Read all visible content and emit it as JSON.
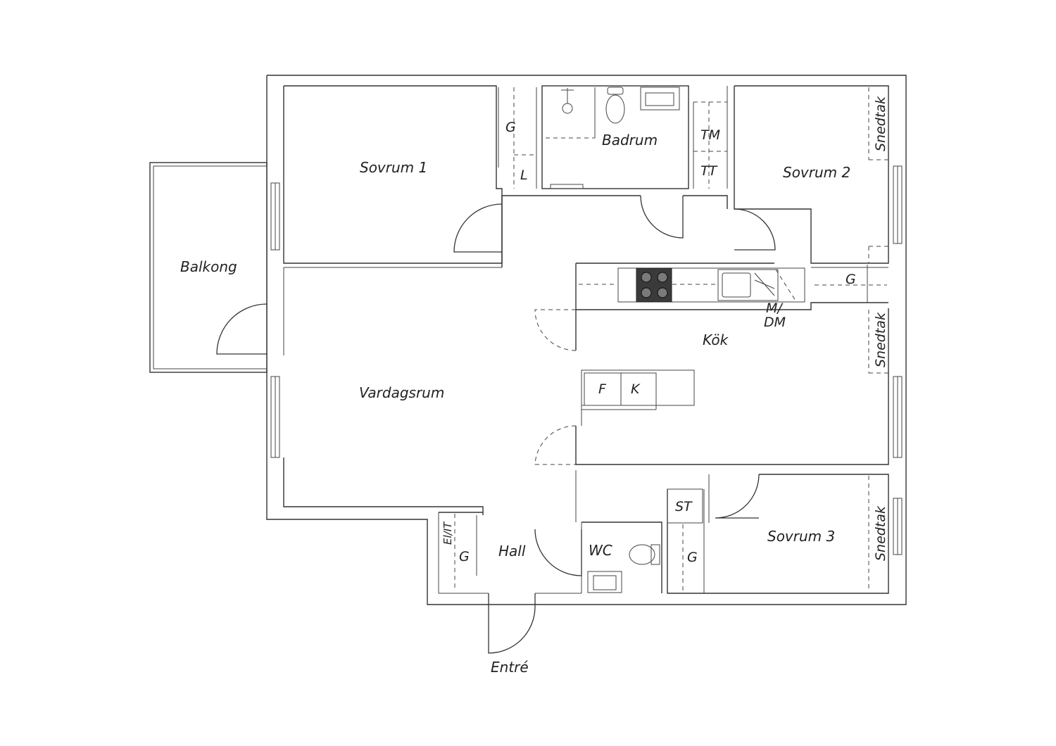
{
  "plan": {
    "rooms": {
      "sovrum1": "Sovrum 1",
      "sovrum2": "Sovrum 2",
      "sovrum3": "Sovrum 3",
      "badrum": "Badrum",
      "balkong": "Balkong",
      "vardagsrum": "Vardagsrum",
      "kok": "Kök",
      "hall": "Hall",
      "wc": "WC",
      "entre": "Entré"
    },
    "fixtures": {
      "g": "G",
      "l": "L",
      "tm": "TM",
      "tt": "TT",
      "f": "F",
      "k": "K",
      "st": "ST",
      "md_line1": "M/",
      "md_line2": "DM",
      "elit": "El/IT",
      "snedtak": "Snedtak"
    }
  }
}
